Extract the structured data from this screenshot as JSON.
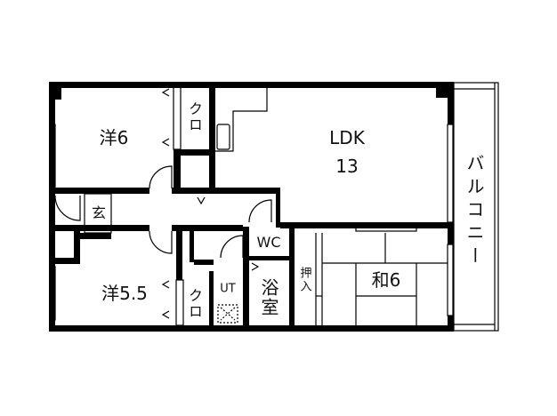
{
  "plan": {
    "rooms": {
      "western_room_1": "洋6",
      "closet_1": "クロ",
      "ldk_name": "LDK",
      "ldk_size": "13",
      "balcony": "バルコニー",
      "entrance": "玄",
      "western_room_2": "洋5.5",
      "closet_2": "クロ",
      "utility": "UT",
      "toilet": "WC",
      "bathroom": "浴室",
      "storage": "押入",
      "japanese_room": "和6"
    },
    "colors": {
      "wall": "#000000",
      "background": "#ffffff"
    }
  }
}
